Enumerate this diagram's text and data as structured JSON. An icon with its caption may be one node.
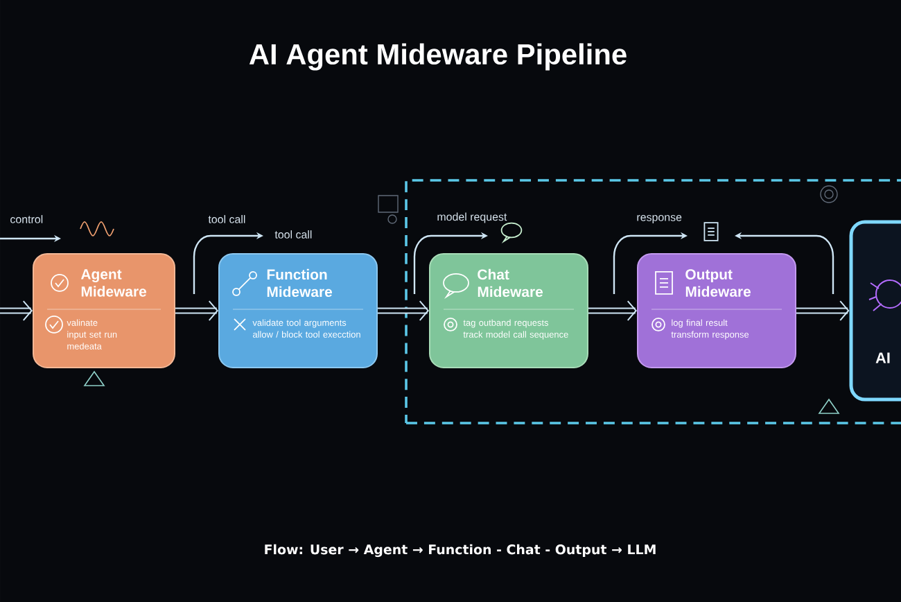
{
  "diagram": {
    "title": "AI Agent Mideware Pipeline",
    "caption": "Flow: User → Agent → Function - Chat - Output → LLM",
    "nodes": [
      {
        "text": [
          "Agent Mideware",
          "valinate input set run medeata"
        ]
      },
      {
        "text": [
          "Function Mideware",
          "validate tool arguments allow / block tool execction"
        ]
      },
      {
        "text": [],
        "shape": "box"
      },
      {
        "text": [
          "Chat Mideware",
          "tag outband requests track model call sequence"
        ],
        "in": 2
      },
      {
        "text": [
          "Output Mideware",
          "log final result transform response"
        ],
        "in": 2
      },
      {
        "text": [
          "AI"
        ]
      }
    ],
    "edges": [
      {
        "from": null,
        "to": 0,
        "arrow": "to"
      },
      {
        "from": 0,
        "to": 1,
        "arrow": "to"
      },
      {
        "from": 1,
        "to": 3,
        "arrow": "to"
      },
      {
        "from": 3,
        "to": 4,
        "arrow": "to"
      },
      {
        "from": 4,
        "to": 5,
        "arrow": "to"
      }
    ],
    "labels": [
      "control",
      "tool call",
      "tool call",
      "model request",
      "response"
    ]
  }
}
